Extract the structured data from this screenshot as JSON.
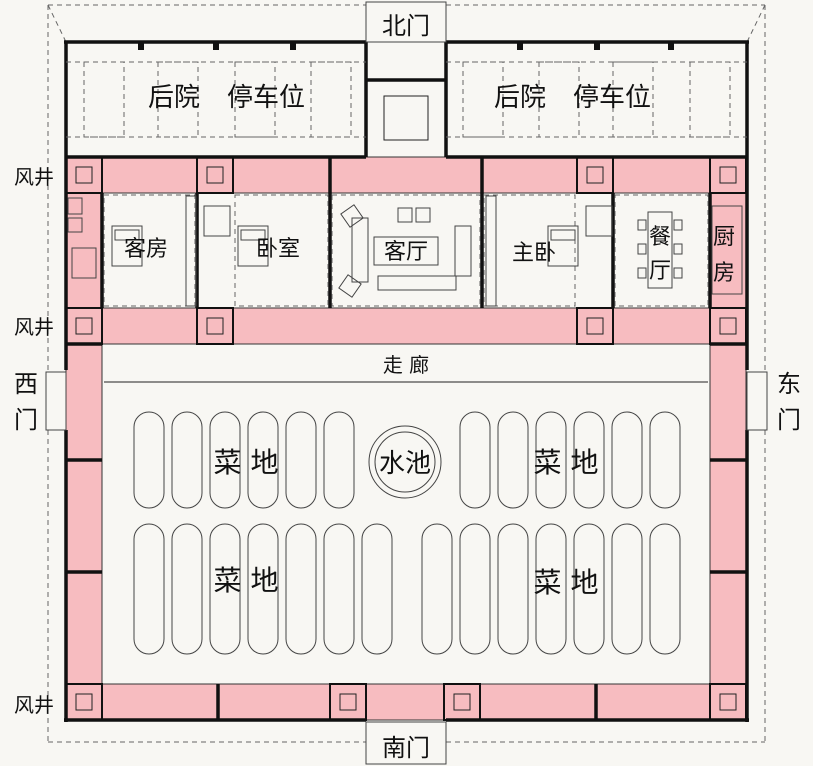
{
  "labels": {
    "north_gate": "北门",
    "south_gate": "南门",
    "west_gate": "西门",
    "east_gate": "东门",
    "backyard": "后院",
    "parking": "停车位",
    "airwell": "风井",
    "guest_room": "客房",
    "bedroom": "卧室",
    "living_room": "客厅",
    "master_bedroom": "主卧",
    "dining_room": "餐厅",
    "kitchen": "厨房",
    "corridor": "走 廊",
    "vegetable_field": "菜 地",
    "pond": "水池"
  },
  "colors": {
    "background": "#f8f7f3",
    "wall_fill": "#f7bcc0",
    "line": "#111111"
  }
}
